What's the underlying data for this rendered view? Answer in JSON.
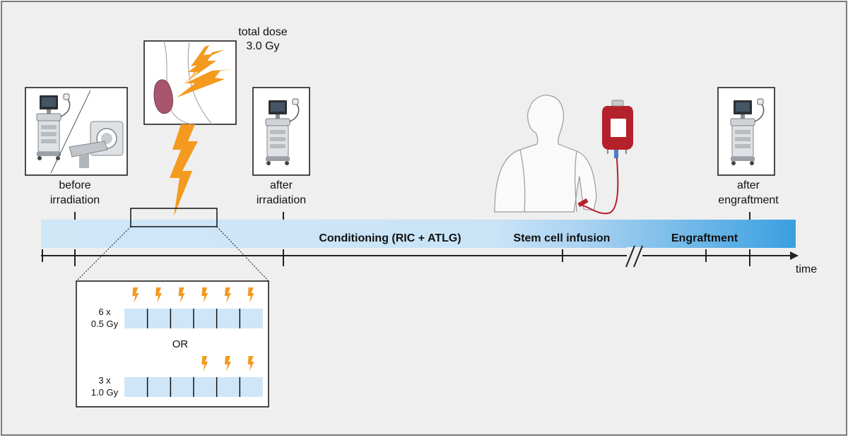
{
  "colors": {
    "background": "#efefef",
    "frame": "#7a7a7a",
    "timeline_light": "#cfe6f8",
    "timeline_dark": "#3a9fe0",
    "bolt": "#f39a1f",
    "blood": "#b5212a",
    "tissue": "#a8566e"
  },
  "icons": [
    "ultrasound-machine-icon",
    "ct-scanner-icon",
    "lightning-bolt-icon",
    "tissue-irradiation-icon",
    "patient-silhouette-icon",
    "blood-bag-icon"
  ],
  "labels": {
    "total_dose_line1": "total dose",
    "total_dose_line2": "3.0 Gy",
    "before_line1": "before",
    "before_line2": "irradiation",
    "after_irr_line1": "after",
    "after_irr_line2": "irradiation",
    "after_eng_line1": "after",
    "after_eng_line2": "engraftment",
    "conditioning": "Conditioning (RIC + ATLG)",
    "stem_cell": "Stem cell infusion",
    "engraftment": "Engraftment",
    "time": "time"
  },
  "schedule": {
    "option_a_line1": "6 x",
    "option_a_line2": "0.5 Gy",
    "or": "OR",
    "option_b_line1": "3 x",
    "option_b_line2": "1.0 Gy",
    "segments": 6,
    "option_a_bolts": [
      1,
      1,
      1,
      1,
      1,
      1
    ],
    "option_b_bolts": [
      0,
      0,
      0,
      1,
      1,
      1
    ]
  }
}
